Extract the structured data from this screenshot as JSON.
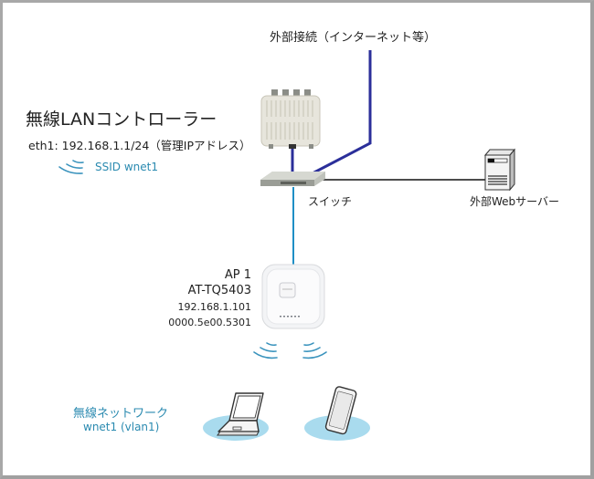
{
  "diagram": {
    "external_connection": {
      "label": "外部接続（インターネット等）"
    },
    "controller": {
      "title": "無線LANコントローラー",
      "ip_label": "eth1: 192.168.1.1/24（管理IPアドレス）",
      "ssid_label": "SSID wnet1"
    },
    "switch": {
      "label": "スイッチ"
    },
    "web_server": {
      "label": "外部Webサーバー"
    },
    "access_point": {
      "name": "AP 1",
      "model": "AT-TQ5403",
      "ip": "192.168.1.101",
      "mac": "0000.5e00.5301"
    },
    "wireless_network": {
      "title": "無線ネットワーク",
      "subtitle": "wnet1 (vlan1)"
    },
    "colors": {
      "wan_line": "#2b2f9a",
      "lan_line": "#1f8fc6",
      "server_line": "#111111",
      "wifi_accent": "#2a8ab0",
      "client_pad": "#a9dbee",
      "frame": "#a8a8a8"
    }
  }
}
